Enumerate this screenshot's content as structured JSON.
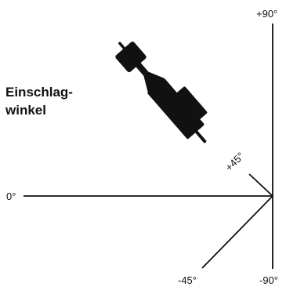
{
  "caption": {
    "line1": "Einschlag-",
    "line2": "winkel"
  },
  "angle_labels": {
    "plus_90": "+90°",
    "plus_45": "+45°",
    "zero": "0°",
    "minus_45": "-45°",
    "minus_90": "-90°"
  },
  "colors": {
    "ink": "#111111",
    "background": "#ffffff"
  }
}
